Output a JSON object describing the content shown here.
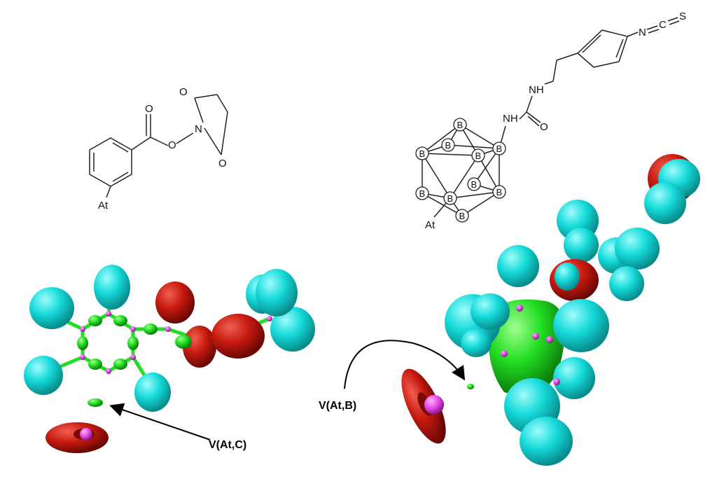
{
  "structure_left": {
    "atoms": {
      "o_carbonyl": "O",
      "o_ester": "O",
      "n_imide": "N",
      "o_top": "O",
      "o_bottom": "O",
      "at": "At"
    }
  },
  "structure_right": {
    "atoms": {
      "boron": "B",
      "nh1": "NH",
      "nh2": "NH",
      "o": "O",
      "n": "N",
      "c": "C",
      "s": "S",
      "at": "At"
    }
  },
  "labels": {
    "left_basin": "V(At,C)",
    "right_basin": "V(At,B)"
  },
  "colors": {
    "cyan": "#19e0e0",
    "green": "#22dd22",
    "red": "#cc1a10",
    "magenta": "#e040e0"
  }
}
